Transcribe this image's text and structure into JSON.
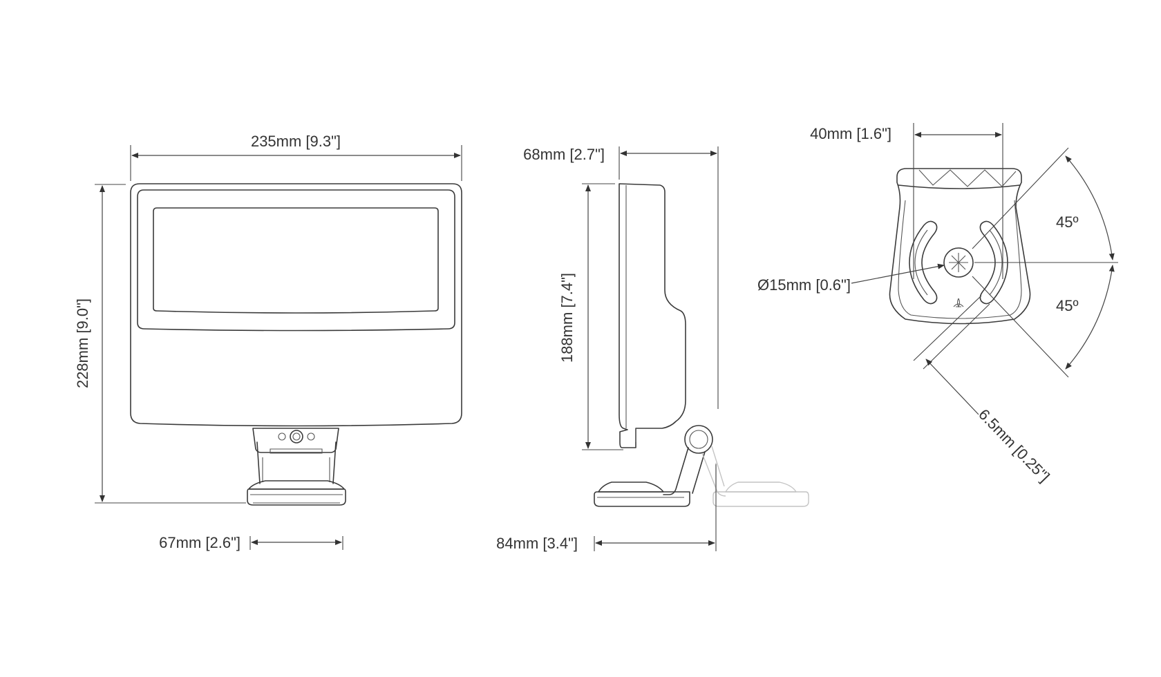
{
  "views": {
    "front": {
      "width_label": "235mm [9.3\"]",
      "height_label": "228mm [9.0\"]",
      "base_width_label": "67mm [2.6\"]"
    },
    "side": {
      "depth_label": "68mm [2.7\"]",
      "height_label": "188mm [7.4\"]",
      "base_depth_label": "84mm [3.4\"]"
    },
    "mount": {
      "hole_spacing_label": "40mm [1.6\"]",
      "angle_upper_label": "45º",
      "angle_lower_label": "45º",
      "center_hole_label": "Ø15mm [0.6\"]",
      "slot_width_label": "6.5mm [0.25\"]"
    }
  },
  "colors": {
    "line": "#3a3a3a",
    "ghost": "#c4c4c4",
    "text": "#333333"
  }
}
